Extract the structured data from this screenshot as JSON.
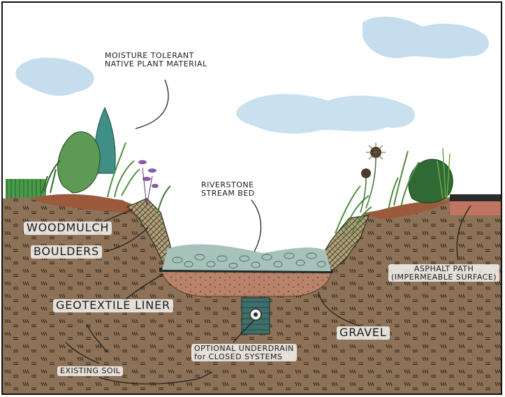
{
  "labels": {
    "plants_line1": "MOISTURE TOLERANT",
    "plants_line2": "NATIVE PLANT MATERIAL",
    "riverstone_line1": "RIVERSTONE",
    "riverstone_line2": "STREAM BED",
    "woodmulch": "WOODMULCH",
    "boulders": "BOULDERS",
    "geotextile": "GEOTEXTILE LINER",
    "asphalt_line1": "ASPHALT PATH",
    "asphalt_line2": "(IMPERMEABLE SURFACE)",
    "gravel": "GRAVEL",
    "underdrain_line1": "OPTIONAL UNDERDRAIN",
    "underdrain_line2": "for CLOSED SYSTEMS",
    "soil": "EXISTING SOIL"
  },
  "colors": {
    "sky": "#a9cde3",
    "soil": "#8b6f52",
    "gravel": "#b87f63",
    "mulch": "#9b5a3c",
    "stone": "#9fb8b3",
    "liner": "#2f3a33",
    "plant": "#3d7a3a",
    "flower": "#8a5aa6",
    "asphalt": "#2b2b2b"
  }
}
